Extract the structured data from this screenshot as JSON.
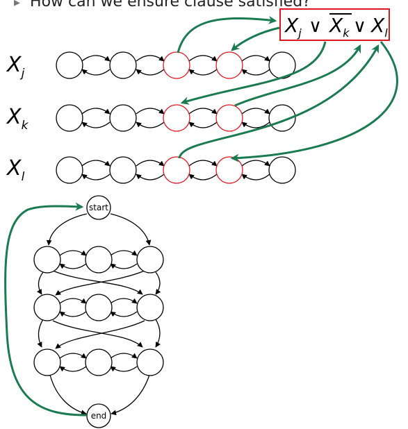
{
  "header": {
    "question": "How can we ensure clause satisfied?"
  },
  "clause": {
    "var_j": "X",
    "sub_j": "j",
    "or1": "∨",
    "var_k": "X",
    "sub_k": "k",
    "or2": "∨",
    "var_l": "X",
    "sub_l": "l"
  },
  "rows": [
    {
      "var": "X",
      "sub": "j"
    },
    {
      "var": "X",
      "sub": "k"
    },
    {
      "var": "X",
      "sub": "l"
    }
  ],
  "graph": {
    "start_label": "start",
    "end_label": "end"
  },
  "colors": {
    "clause_red": "#e0161e",
    "link_green": "#1a7a50",
    "node_stroke": "#000000"
  }
}
